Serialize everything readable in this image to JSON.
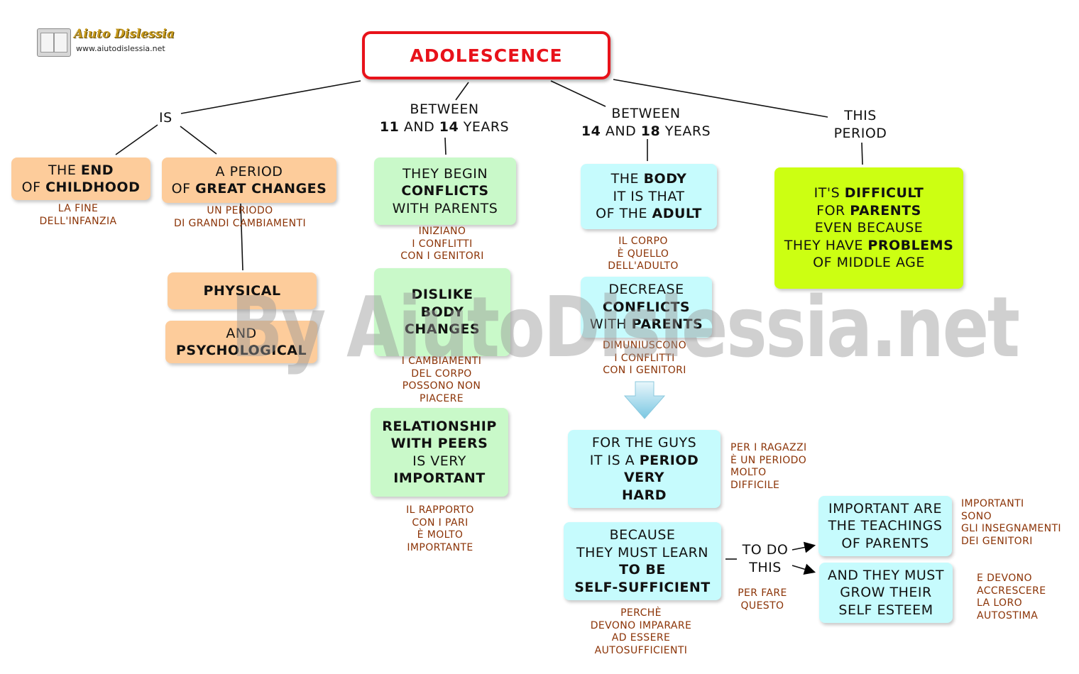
{
  "logo": {
    "title": "Aiuto Dislessia",
    "url": "www.aiutodislessia.net"
  },
  "watermark": "By AiutoDislessia.net",
  "title": "ADOLESCENCE",
  "links": {
    "is": "IS",
    "between_11_14": {
      "line1": "BETWEEN",
      "a": "11",
      "mid": " AND ",
      "b": "14",
      "end": " YEARS"
    },
    "between_14_18": {
      "line1": "BETWEEN",
      "a": "14",
      "mid": " AND ",
      "b": "18",
      "end": " YEARS"
    },
    "this_period": {
      "line1": "THIS",
      "line2": "PERIOD"
    },
    "to_do_this": {
      "line1": "TO DO",
      "line2": "THIS"
    }
  },
  "nodes": {
    "end_childhood": {
      "l1a": "THE ",
      "l1b": "END",
      "l2a": "OF ",
      "l2b": "CHILDHOOD",
      "note": [
        "LA FINE",
        "DELL'INFANZIA"
      ]
    },
    "great_changes": {
      "l1": "A PERIOD",
      "l2a": "OF ",
      "l2b": "GREAT CHANGES",
      "note": [
        "UN PERIODO",
        "DI GRANDI CAMBIAMENTI"
      ]
    },
    "physical": {
      "l1": "PHYSICAL"
    },
    "psychological": {
      "l1": "AND",
      "l2": "PSYCHOLOGICAL"
    },
    "conflicts_begin": {
      "l1": "THEY BEGIN",
      "l2": "CONFLICTS",
      "l3": "WITH PARENTS",
      "note": [
        "INIZIANO",
        "I CONFLITTI",
        "CON I GENITORI"
      ]
    },
    "dislike_body": {
      "l1": "DISLIKE",
      "l2": "BODY",
      "l3": "CHANGES",
      "note": [
        "I CAMBIAMENTI",
        "DEL CORPO",
        "POSSONO NON",
        "PIACERE"
      ]
    },
    "peers": {
      "l1": "RELATIONSHIP",
      "l2": "WITH PEERS",
      "l3": "IS VERY",
      "l4": "IMPORTANT",
      "note": [
        "IL RAPPORTO",
        "CON I PARI",
        "È MOLTO",
        "IMPORTANTE"
      ]
    },
    "body_adult": {
      "l1a": "THE ",
      "l1b": "BODY",
      "l2": "IT IS THAT",
      "l3a": "OF THE ",
      "l3b": "ADULT",
      "note": [
        "IL CORPO",
        "È QUELLO",
        "DELL'ADULTO"
      ]
    },
    "decrease": {
      "l1": "DECREASE",
      "l2": "CONFLICTS",
      "l3a": "WITH ",
      "l3b": "PARENTS",
      "note": [
        "DIMUNIUSCONO",
        "I CONFLITTI",
        "CON I GENITORI"
      ]
    },
    "hard_period": {
      "l1": "FOR THE GUYS",
      "l2a": "IT IS A ",
      "l2b": "PERIOD",
      "l3": "VERY",
      "l4": "HARD",
      "note": [
        "PER I RAGAZZI",
        "È UN PERIODO",
        "MOLTO",
        "DIFFICILE"
      ]
    },
    "self_sufficient": {
      "l1": "BECAUSE",
      "l2": "THEY MUST LEARN",
      "l3": "TO BE",
      "l4": "SELF-SUFFICIENT",
      "note": [
        "PERCHÈ",
        "DEVONO IMPARARE",
        "AD ESSERE",
        "AUTOSUFFICIENTI"
      ]
    },
    "per_fare": {
      "note": [
        "PER FARE",
        "QUESTO"
      ]
    },
    "teachings": {
      "l1": "IMPORTANT ARE",
      "l2": "THE TEACHINGS",
      "l3": "OF PARENTS",
      "note": [
        "IMPORTANTI",
        "SONO",
        "GLI INSEGNAMENTI",
        "DEI GENITORI"
      ]
    },
    "self_esteem": {
      "l1": "AND THEY MUST",
      "l2": "GROW THEIR",
      "l3": "SELF ESTEEM",
      "note": [
        "E DEVONO",
        "ACCRESCERE",
        "LA LORO",
        "AUTOSTIMA"
      ]
    },
    "difficult": {
      "l1a": "IT'S ",
      "l1b": "DIFFICULT",
      "l2a": "FOR ",
      "l2b": "PARENTS",
      "l3": "EVEN BECAUSE",
      "l4a": "THEY HAVE ",
      "l4b": "PROBLEMS",
      "l5": "OF MIDDLE AGE"
    }
  },
  "colors": {
    "title_red": "#e8121a",
    "orange": "#fdcc9b",
    "green": "#c9f9c9",
    "cyan": "#c6fbfd",
    "lime": "#ccff12",
    "note_brown": "#8b3306"
  }
}
